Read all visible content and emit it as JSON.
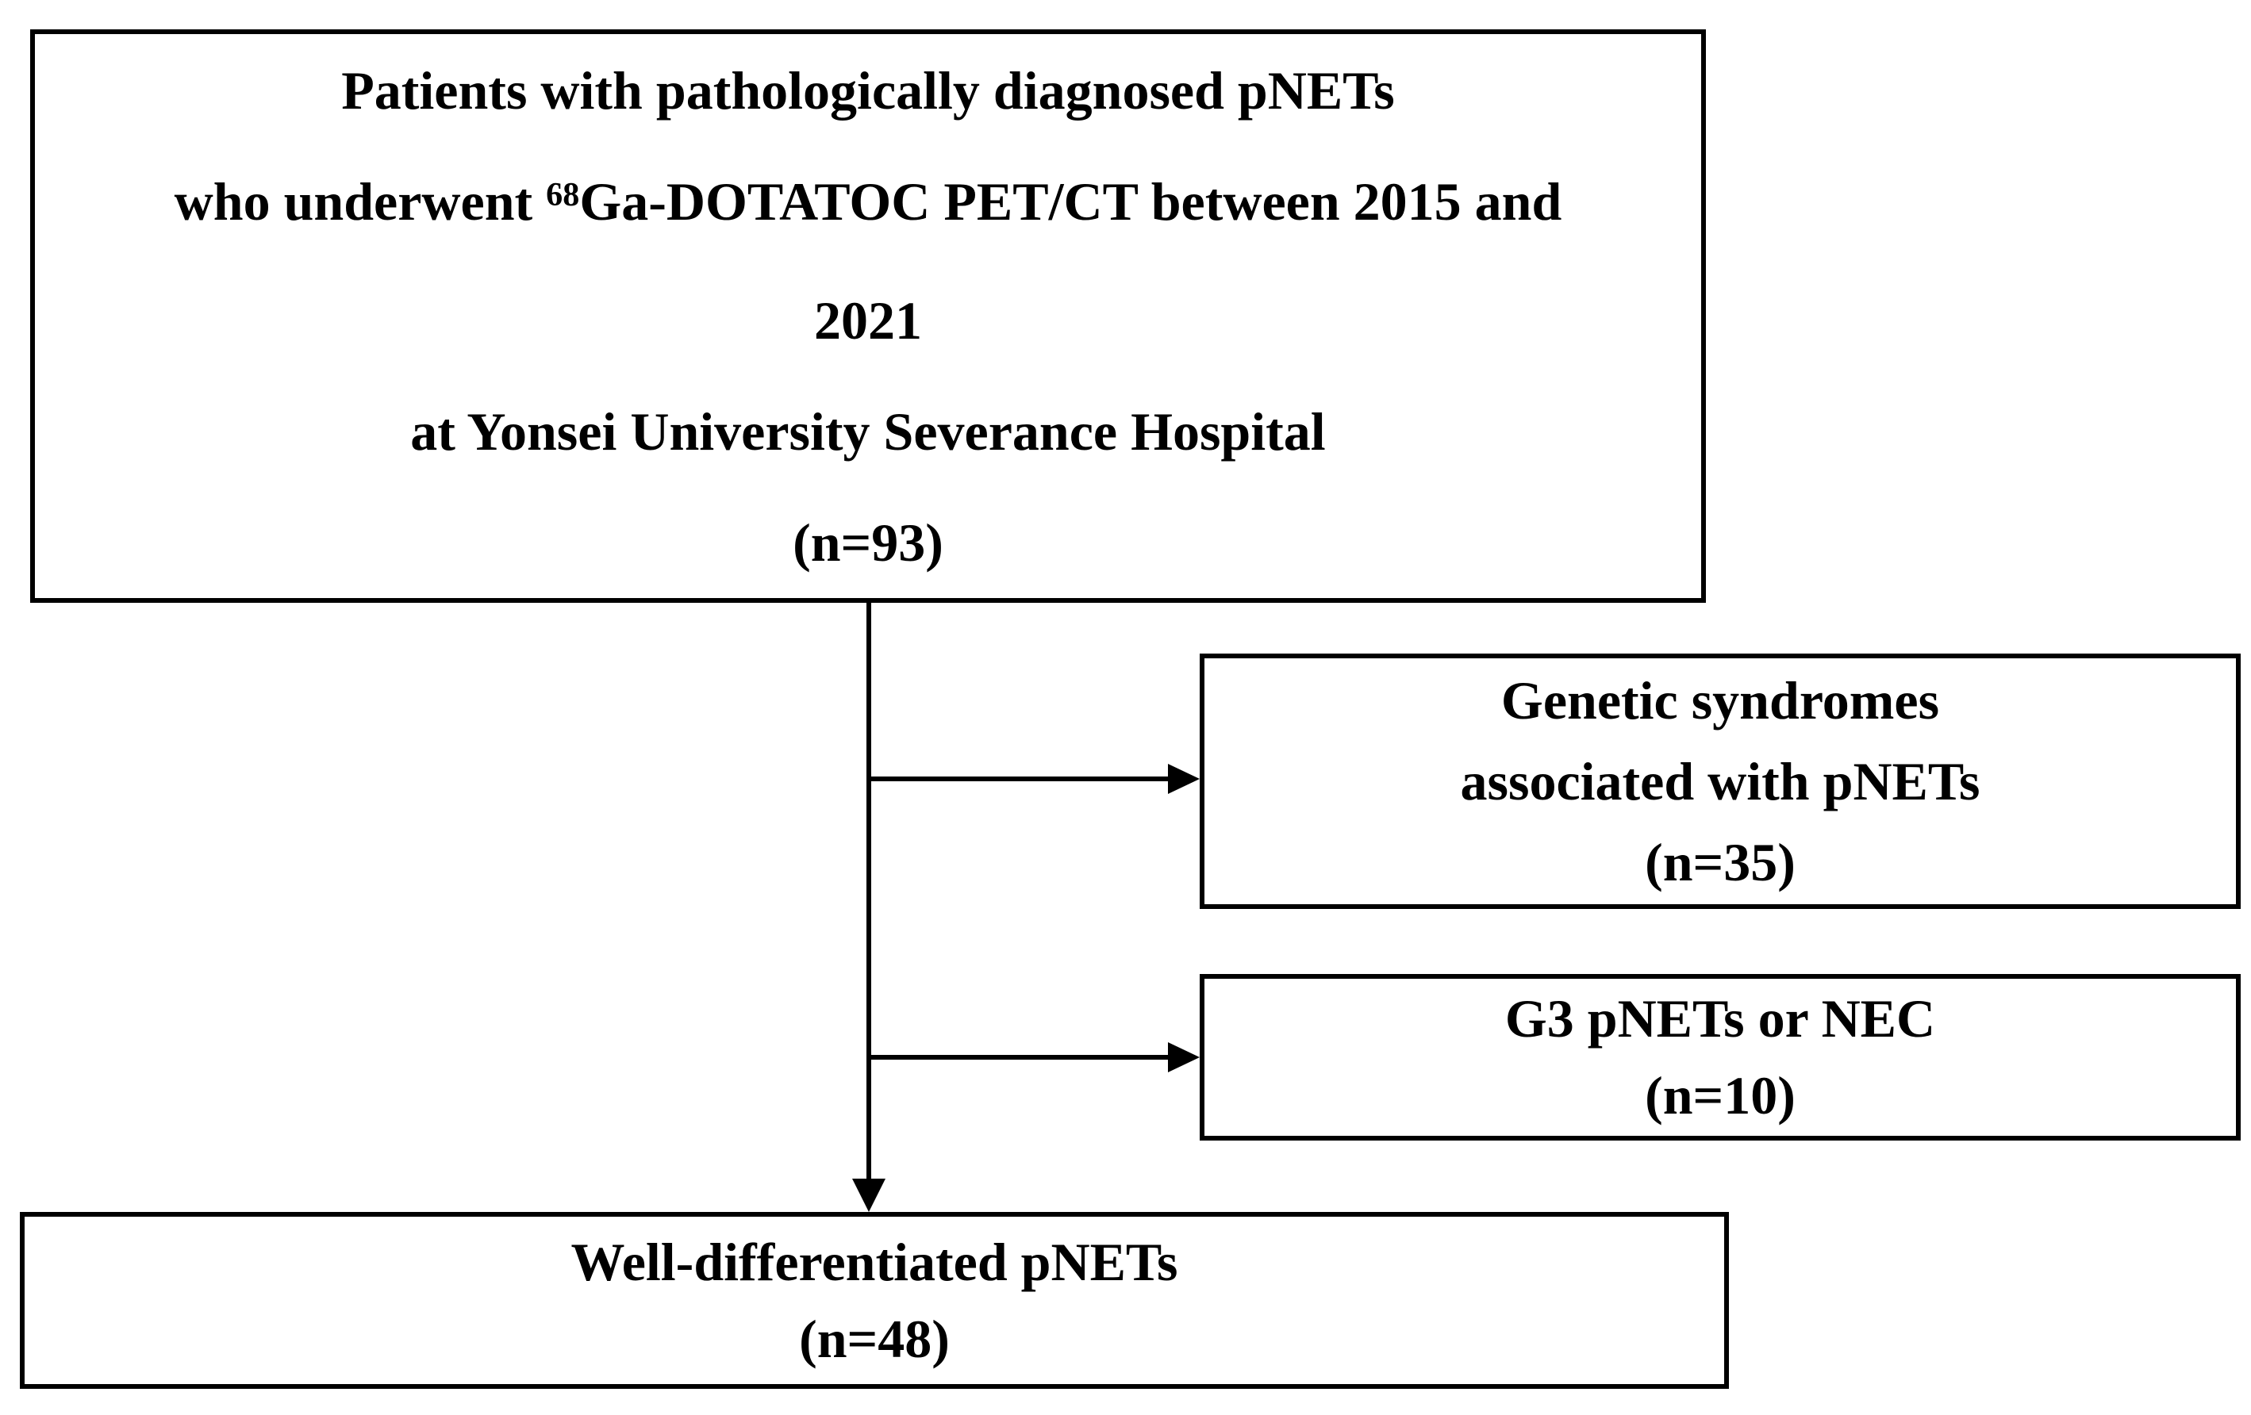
{
  "page": {
    "background": "#ffffff",
    "text_color": "#000000",
    "border_color": "#000000"
  },
  "diagram": {
    "type": "patient-flow",
    "nodes": {
      "cohort": {
        "line1": "Patients with pathologically diagnosed pNETs",
        "line2_prefix": "who underwent ",
        "line2_superscript": "68",
        "line2_rest": "Ga-DOTATOC PET/CT between 2015 and",
        "line3": "2021",
        "line4": "at Yonsei University Severance Hospital",
        "line5": "(n=93)"
      },
      "excluded_genetic": {
        "line1": "Genetic syndromes",
        "line2": "associated with pNETs",
        "line3": "(n=35)"
      },
      "excluded_g3_nec": {
        "line1": "G3 pNETs or NEC",
        "line2": "(n=10)"
      },
      "final_cohort": {
        "line1": "Well-differentiated pNETs",
        "line2": "(n=48)"
      }
    },
    "edges": [
      {
        "from": "cohort",
        "to": "excluded_genetic"
      },
      {
        "from": "cohort",
        "to": "excluded_g3_nec"
      },
      {
        "from": "cohort",
        "to": "final_cohort"
      }
    ]
  }
}
